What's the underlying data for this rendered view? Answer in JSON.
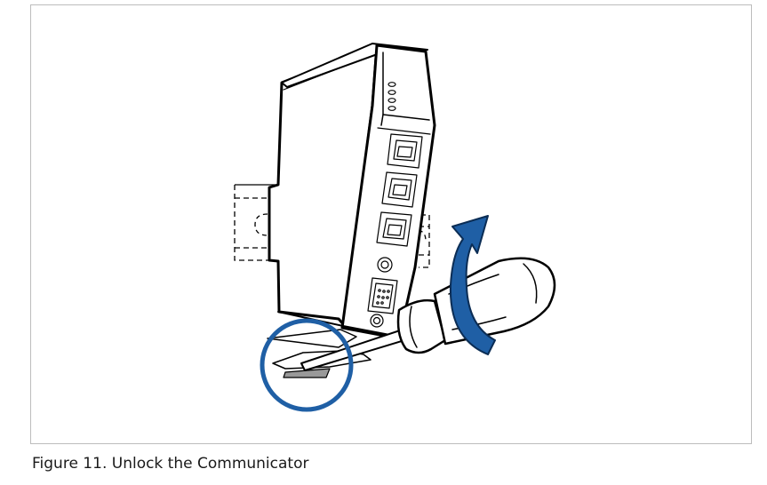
{
  "figure": {
    "caption": "Figure 11. Unlock the Communicator",
    "highlight_color": "#1f5fa5",
    "line_color": "#000000",
    "device_icon": "communicator-device",
    "tool_icon": "screwdriver",
    "motion_icon": "rotate-arrow"
  }
}
